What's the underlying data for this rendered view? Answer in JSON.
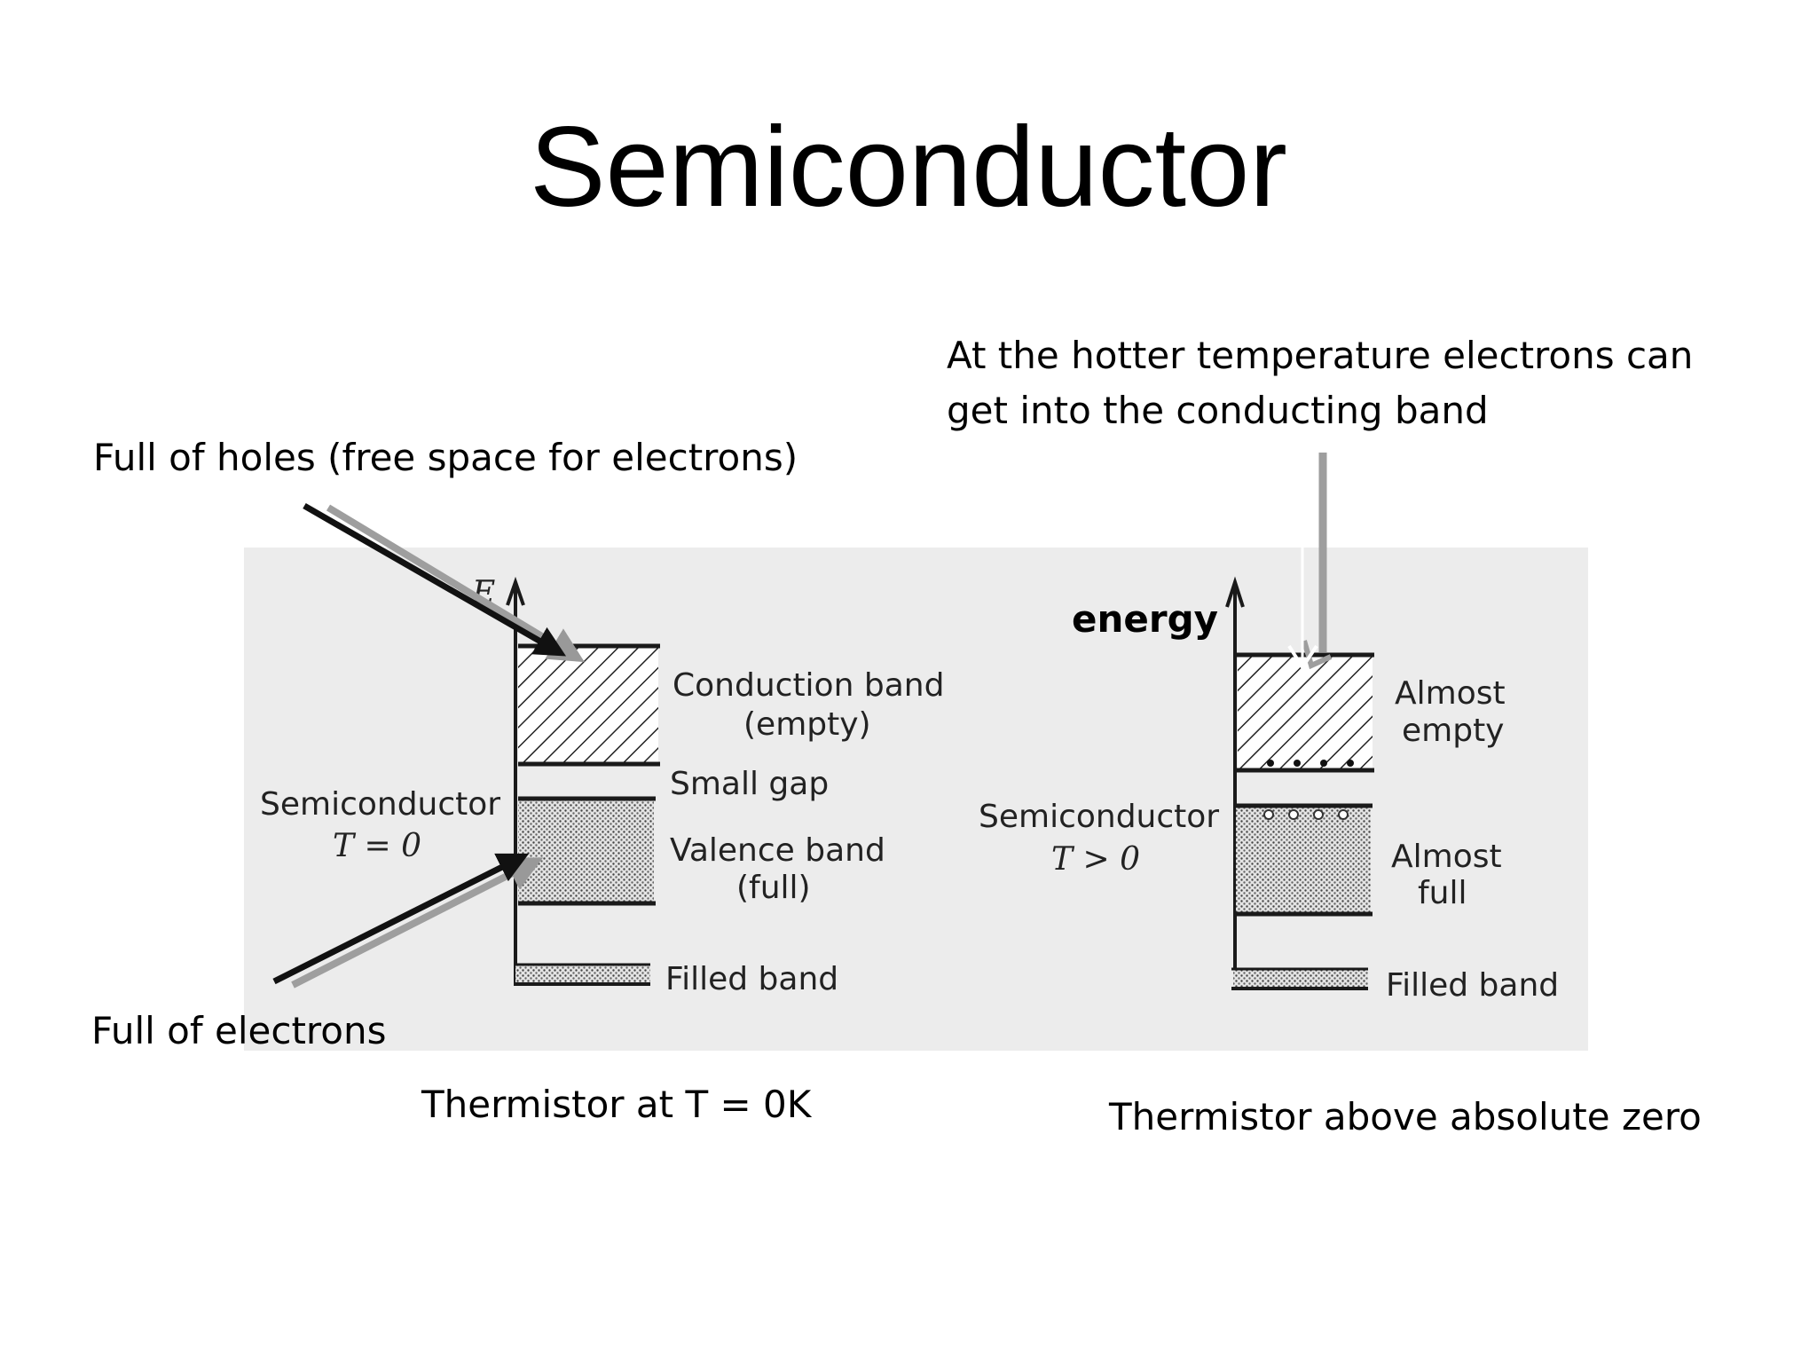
{
  "slide": {
    "title": "Semiconductor"
  },
  "annotations": {
    "hotter_note_line1": "At the hotter temperature electrons can",
    "hotter_note_line2": "get into the conducting band",
    "holes_note": "Full of holes (free space for electrons)",
    "electrons_note": "Full of electrons"
  },
  "captions": {
    "left": "Thermistor at T = 0K",
    "right": "Thermistor above absolute zero"
  },
  "left_diagram": {
    "axis_label": "E",
    "material": "Semiconductor",
    "temperature": "T = 0",
    "conduction_band": "Conduction band",
    "conduction_state": "(empty)",
    "gap": "Small gap",
    "valence_band": "Valence band",
    "valence_state": "(full)",
    "filled_band": "Filled band"
  },
  "right_diagram": {
    "axis_label": "energy",
    "material": "Semiconductor",
    "temperature": "T > 0",
    "upper_state_1": "Almost",
    "upper_state_2": "empty",
    "lower_state_1": "Almost",
    "lower_state_2": "full",
    "filled_band": "Filled band"
  },
  "colors": {
    "panel_background": "#ececec",
    "band_line": "#1a1a1a",
    "arrow_black": "#111111",
    "arrow_grey": "#a0a0a0"
  }
}
